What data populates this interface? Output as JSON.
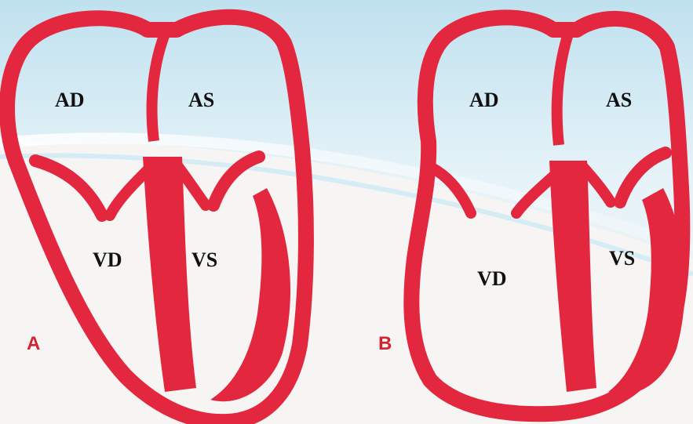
{
  "colors": {
    "heart_wall": "#e3273f",
    "panel_label": "#d2232f",
    "background_top": "#cde8f3",
    "background_bottom": "#f7f6f4",
    "label_text": "#111111"
  },
  "panel_a": {
    "label": "A",
    "chambers": {
      "right_atrium": "AD",
      "left_atrium": "AS",
      "right_ventricle": "VD",
      "left_ventricle": "VS"
    }
  },
  "panel_b": {
    "label": "B",
    "chambers": {
      "right_atrium": "AD",
      "left_atrium": "AS",
      "right_ventricle": "VD",
      "left_ventricle": "VS"
    }
  }
}
